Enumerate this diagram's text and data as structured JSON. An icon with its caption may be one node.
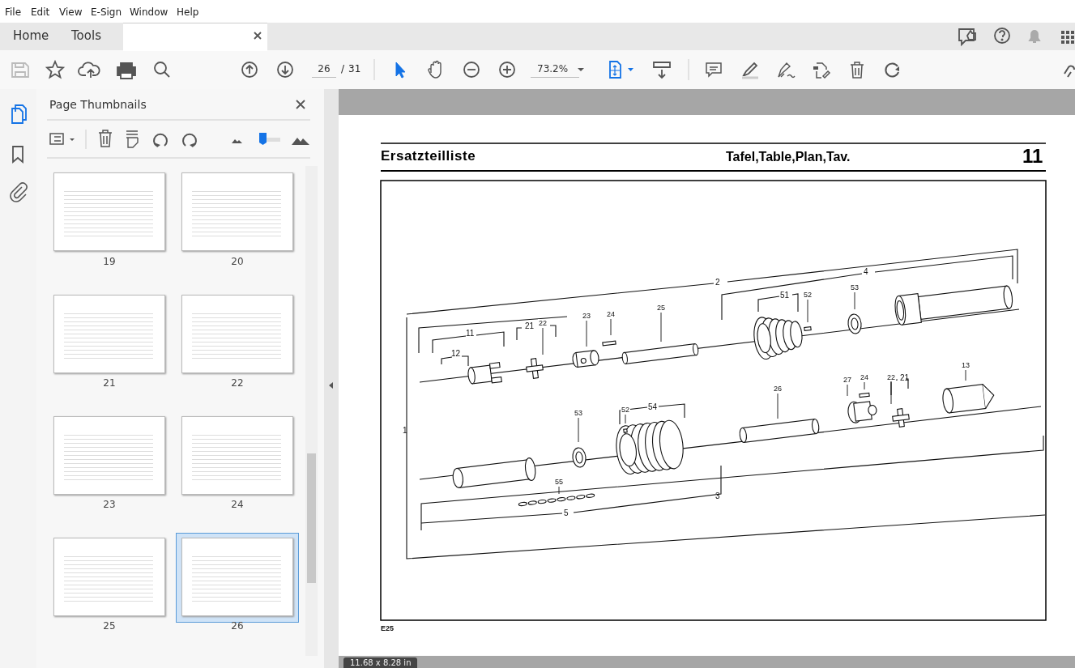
{
  "diagram": {
    "nodes": [
      {
        "text": [
          "53"
        ]
      },
      {
        "text": [
          "52"
        ]
      },
      {
        "text": [
          "25"
        ]
      },
      {
        "text": [
          "24"
        ]
      },
      {
        "text": [
          "23"
        ]
      },
      {
        "text": [
          "22"
        ]
      },
      {
        "text": [
          "13"
        ]
      },
      {
        "text": [
          "22"
        ]
      },
      {
        "text": [
          "24"
        ]
      },
      {
        "text": [
          "27"
        ]
      },
      {
        "text": [
          "26"
        ]
      },
      {
        "text": [
          "52"
        ]
      },
      {
        "text": [
          "53"
        ]
      },
      {
        "text": [
          "55"
        ]
      }
    ],
    "edges": [
      {
        "from": 0,
        "to": null,
        "arrow": "none"
      },
      {
        "from": 1,
        "to": null,
        "arrow": "none"
      },
      {
        "from": 2,
        "to": null,
        "arrow": "none"
      },
      {
        "from": 3,
        "to": null,
        "arrow": "none"
      },
      {
        "from": 4,
        "to": null,
        "arrow": "none"
      },
      {
        "from": 5,
        "to": null,
        "arrow": "none"
      },
      {
        "from": 6,
        "to": null,
        "arrow": "none"
      },
      {
        "from": 7,
        "to": null,
        "arrow": "none"
      },
      {
        "from": 8,
        "to": null,
        "arrow": "none"
      },
      {
        "from": 9,
        "to": null,
        "arrow": "none"
      },
      {
        "from": 10,
        "to": null,
        "arrow": "none"
      },
      {
        "from": 11,
        "to": null,
        "arrow": "none"
      },
      {
        "from": 12,
        "to": null,
        "arrow": "none"
      },
      {
        "from": 13,
        "to": null,
        "arrow": "none"
      }
    ],
    "labels": [
      "File",
      "Edit",
      "View",
      "E-Sign",
      "Window",
      "Help",
      "Home",
      "Tools",
      "26",
      "/",
      "31",
      "73.2%",
      "Page Thumbnails",
      "19",
      "20",
      "21",
      "22",
      "23",
      "24",
      "25",
      "26",
      "Ersatzteilliste",
      "Tafel,Table,Plan,Tav.",
      "11",
      "4",
      "2",
      "51",
      "11",
      "21",
      "12",
      "21",
      "54",
      "1",
      "3",
      "5",
      "E25",
      "11.68 x 8.28 in"
    ]
  }
}
